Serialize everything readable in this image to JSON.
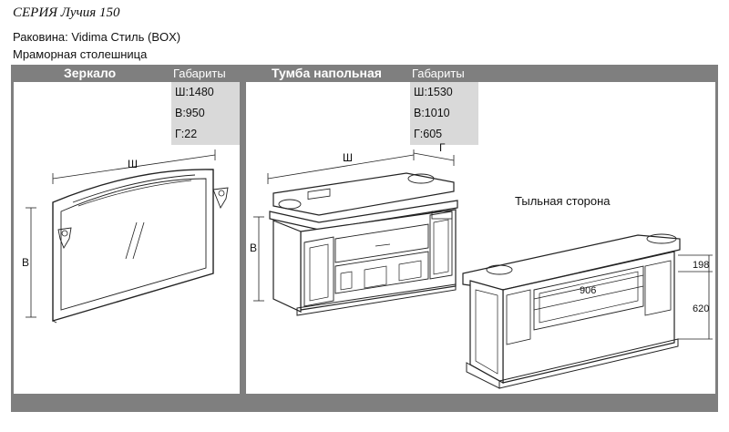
{
  "header": {
    "series": "СЕРИЯ  Лучия 150",
    "sink": "Раковина: Vidima Стиль (BOX)",
    "countertop": "Мраморная столешница"
  },
  "mirror": {
    "title": "Зеркало",
    "dims_label": "Габариты",
    "dims": [
      "Ш:1480",
      "В:950",
      "Г:22"
    ],
    "label_w": "Ш",
    "label_h": "В"
  },
  "cabinet": {
    "title": "Тумба напольная",
    "dims_label": "Габариты",
    "dims": [
      "Ш:1530",
      "В:1010",
      "Г:605"
    ],
    "label_w": "Ш",
    "label_h": "В",
    "label_d": "Г"
  },
  "back": {
    "title": "Тыльная сторона",
    "dim_906": "906",
    "dim_198": "198",
    "dim_620": "620"
  },
  "colors": {
    "bar": "#7f7f7f",
    "dimbox": "#d9d9d9"
  }
}
